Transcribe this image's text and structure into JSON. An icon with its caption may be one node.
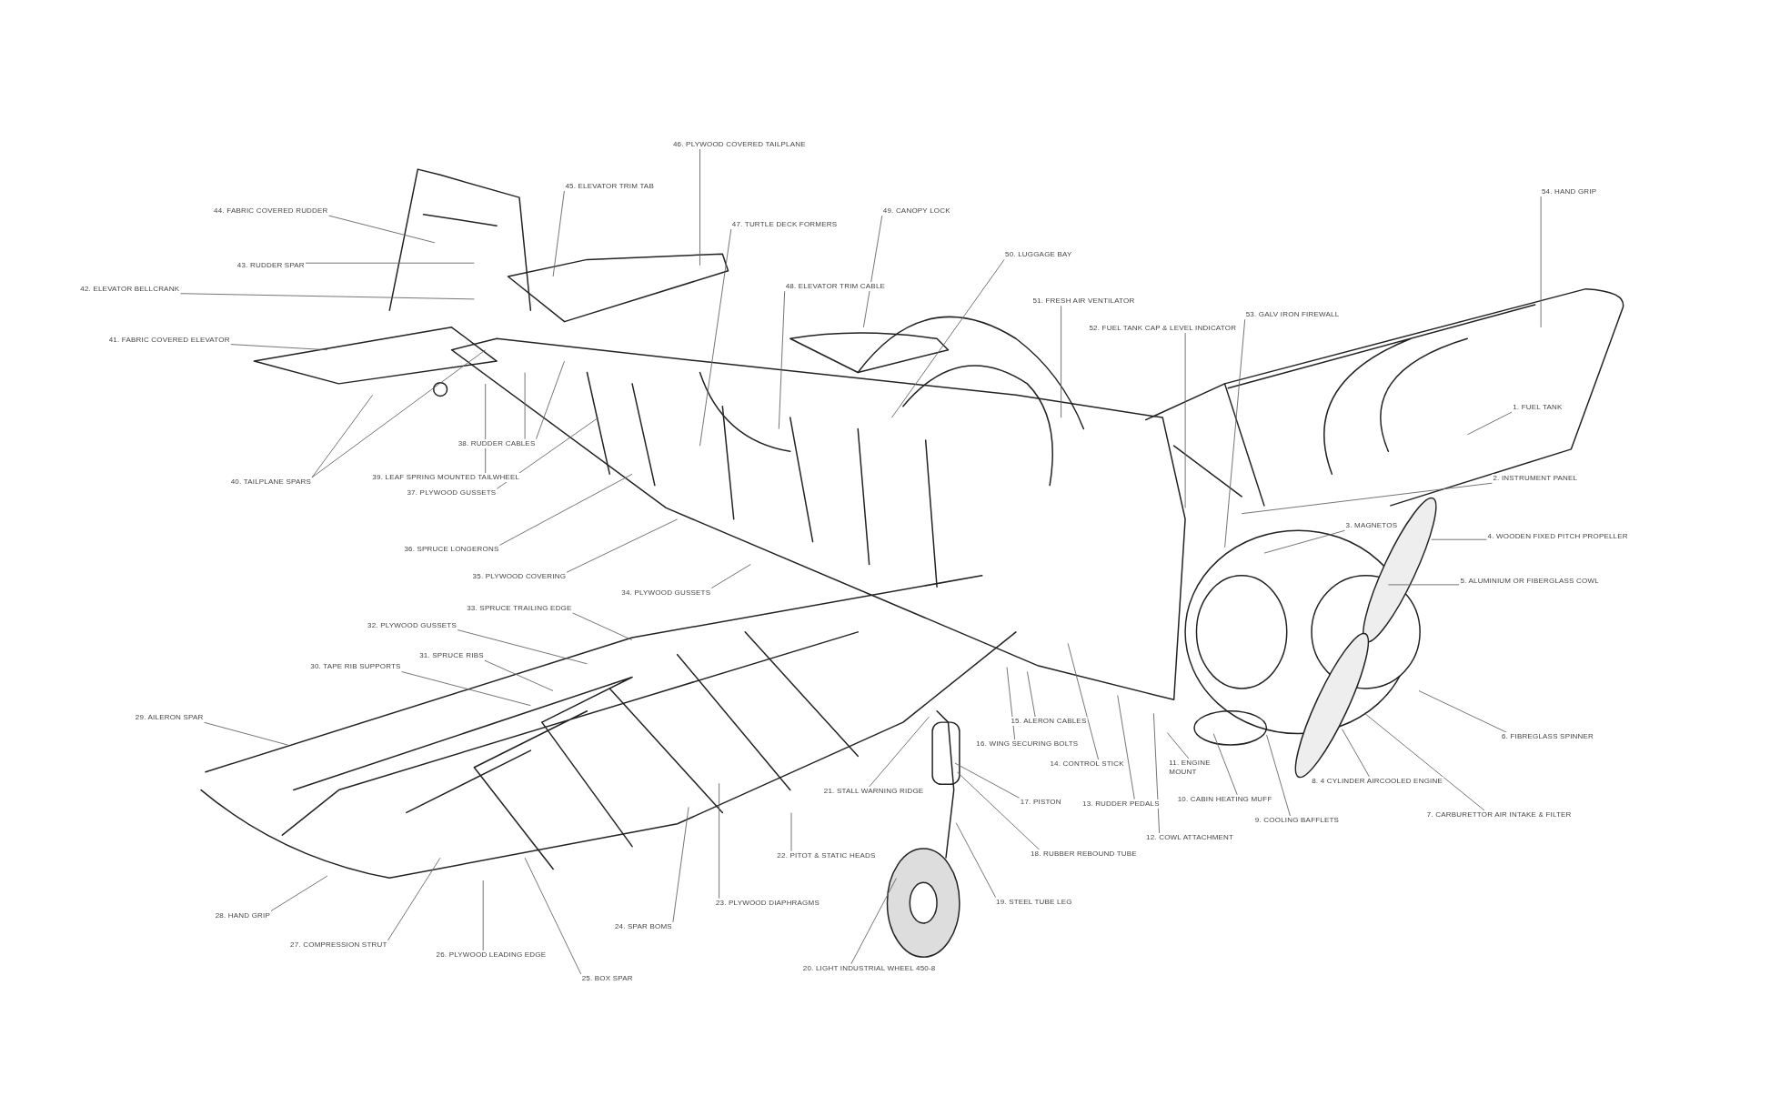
{
  "diagram": {
    "nodes": [
      {
        "text": [
          "1. FUEL TANK"
        ]
      },
      {
        "text": [
          "2. INSTRUMENT PANEL"
        ]
      },
      {
        "text": [
          "3. MAGNETOS"
        ]
      },
      {
        "text": [
          "4. WOODEN FIXED PITCH PROPELLER"
        ]
      },
      {
        "text": [
          "5. ALUMINIUM OR FIBERGLASS COWL"
        ]
      },
      {
        "text": [
          "6. FIBREGLASS SPINNER"
        ]
      },
      {
        "text": [
          "7. CARBURETTOR AIR INTAKE & FILTER"
        ]
      },
      {
        "text": [
          "8. 4 CYLINDER AIRCOOLED ENGINE"
        ]
      },
      {
        "text": [
          "9. COOLING BAFFLETS"
        ]
      },
      {
        "text": [
          "10. CABIN HEATING MUFF"
        ]
      },
      {
        "text": [
          "11. ENGINE MOUNT"
        ]
      },
      {
        "text": [
          "12. COWL ATTACHMENT"
        ]
      },
      {
        "text": [
          "13. RUDDER PEDALS"
        ]
      },
      {
        "text": [
          "14. CONTROL STICK"
        ]
      },
      {
        "text": [
          "15. ALERON CABLES"
        ]
      },
      {
        "text": [
          "16. WING SECURING BOLTS"
        ]
      },
      {
        "text": [
          "17. PISTON"
        ]
      },
      {
        "text": [
          "18. RUBBER REBOUND TUBE"
        ]
      },
      {
        "text": [
          "19. STEEL TUBE LEG"
        ]
      },
      {
        "text": [
          "20. LIGHT INDUSTRIAL WHEEL 450-8"
        ]
      },
      {
        "text": [
          "21. STALL WARNING RIDGE"
        ]
      },
      {
        "text": [
          "22. PITOT & STATIC HEADS"
        ]
      },
      {
        "text": [
          "23. PLYWOOD DIAPHRAGMS"
        ]
      },
      {
        "text": [
          "24. SPAR BOMS"
        ]
      },
      {
        "text": [
          "25. BOX SPAR"
        ]
      },
      {
        "text": [
          "26. PLYWOOD LEADING EDGE"
        ]
      },
      {
        "text": [
          "27. COMPRESSION STRUT"
        ]
      },
      {
        "text": [
          "28. HAND GRIP"
        ]
      },
      {
        "text": [
          "29. AILERON SPAR"
        ]
      },
      {
        "text": [
          "30. TAPE RIB SUPPORTS"
        ]
      },
      {
        "text": [
          "31. SPRUCE RIBS"
        ]
      },
      {
        "text": [
          "32. PLYWOOD GUSSETS"
        ]
      },
      {
        "text": [
          "33. SPRUCE TRAILING EDGE"
        ]
      },
      {
        "text": [
          "34. PLYWOOD GUSSETS"
        ]
      },
      {
        "text": [
          "35. PLYWOOD COVERING"
        ]
      },
      {
        "text": [
          "36. SPRUCE LONGERONS"
        ]
      },
      {
        "text": [
          "37. PLYWOOD GUSSETS"
        ]
      },
      {
        "text": [
          "38. RUDDER CABLES"
        ]
      },
      {
        "text": [
          "39. LEAF SPRING MOUNTED TAILWHEEL"
        ]
      },
      {
        "text": [
          "40. TAILPLANE SPARS"
        ]
      },
      {
        "text": [
          "41. FABRIC COVERED ELEVATOR"
        ]
      },
      {
        "text": [
          "42. ELEVATOR BELLCRANK"
        ]
      },
      {
        "text": [
          "43. RUDDER SPAR"
        ]
      },
      {
        "text": [
          "44. FABRIC COVERED RUDDER"
        ]
      },
      {
        "text": [
          "45. ELEVATOR TRIM TAB"
        ]
      },
      {
        "text": [
          "46. PLYWOOD COVERED TAILPLANE"
        ]
      },
      {
        "text": [
          "47. TURTLE DECK FORMERS"
        ]
      },
      {
        "text": [
          "48. ELEVATOR TRIM CABLE"
        ]
      },
      {
        "text": [
          "49. CANOPY LOCK"
        ]
      },
      {
        "text": [
          "50. LUGGAGE BAY"
        ]
      },
      {
        "text": [
          "51. FRESH AIR VENTILATOR"
        ]
      },
      {
        "text": [
          "52. FUEL TANK CAP & LEVEL INDICATOR"
        ]
      },
      {
        "text": [
          "53. GALV IRON FIREWALL"
        ]
      },
      {
        "text": [
          "54. HAND GRIP"
        ]
      }
    ],
    "edges": [
      {
        "from": 0,
        "to": null,
        "arrow": "none"
      },
      {
        "from": 1,
        "to": null,
        "arrow": "none"
      },
      {
        "from": 2,
        "to": null,
        "arrow": "none"
      },
      {
        "from": 3,
        "to": null,
        "arrow": "none"
      },
      {
        "from": 4,
        "to": null,
        "arrow": "none"
      },
      {
        "from": 5,
        "to": null,
        "arrow": "none"
      },
      {
        "from": 6,
        "to": null,
        "arrow": "none"
      },
      {
        "from": 7,
        "to": null,
        "arrow": "none"
      },
      {
        "from": 8,
        "to": null,
        "arrow": "none"
      },
      {
        "from": 9,
        "to": null,
        "arrow": "none"
      },
      {
        "from": 10,
        "to": null,
        "arrow": "none"
      },
      {
        "from": 11,
        "to": null,
        "arrow": "none"
      },
      {
        "from": 12,
        "to": null,
        "arrow": "none"
      },
      {
        "from": 13,
        "to": null,
        "arrow": "none"
      },
      {
        "from": 14,
        "to": null,
        "arrow": "none"
      },
      {
        "from": 15,
        "to": null,
        "arrow": "none"
      },
      {
        "from": 16,
        "to": null,
        "arrow": "none"
      },
      {
        "from": 17,
        "to": null,
        "arrow": "none"
      },
      {
        "from": 18,
        "to": null,
        "arrow": "none"
      },
      {
        "from": 19,
        "to": null,
        "arrow": "none"
      },
      {
        "from": 20,
        "to": null,
        "arrow": "none"
      },
      {
        "from": 21,
        "to": null,
        "arrow": "none"
      },
      {
        "from": 22,
        "to": null,
        "arrow": "none"
      },
      {
        "from": 23,
        "to": null,
        "arrow": "none"
      },
      {
        "from": 24,
        "to": null,
        "arrow": "none"
      },
      {
        "from": 25,
        "to": null,
        "arrow": "none"
      },
      {
        "from": 26,
        "to": null,
        "arrow": "none"
      },
      {
        "from": 27,
        "to": null,
        "arrow": "none"
      },
      {
        "from": 28,
        "to": null,
        "arrow": "none"
      },
      {
        "from": 29,
        "to": null,
        "arrow": "none"
      },
      {
        "from": 30,
        "to": null,
        "arrow": "none"
      },
      {
        "from": 31,
        "to": null,
        "arrow": "none"
      },
      {
        "from": 32,
        "to": null,
        "arrow": "none"
      },
      {
        "from": 33,
        "to": null,
        "arrow": "none"
      },
      {
        "from": 34,
        "to": null,
        "arrow": "none"
      },
      {
        "from": 35,
        "to": null,
        "arrow": "none"
      },
      {
        "from": 36,
        "to": null,
        "arrow": "none"
      },
      {
        "from": 37,
        "to": null,
        "arrow": "none"
      },
      {
        "from": 37,
        "to": null,
        "arrow": "none"
      },
      {
        "from": 38,
        "to": null,
        "arrow": "none"
      },
      {
        "from": 39,
        "to": null,
        "arrow": "none"
      },
      {
        "from": 39,
        "to": null,
        "arrow": "none"
      },
      {
        "from": 40,
        "to": null,
        "arrow": "none"
      },
      {
        "from": 41,
        "to": null,
        "arrow": "none"
      },
      {
        "from": 42,
        "to": null,
        "arrow": "none"
      },
      {
        "from": 43,
        "to": null,
        "arrow": "none"
      },
      {
        "from": 44,
        "to": null,
        "arrow": "none"
      },
      {
        "from": 45,
        "to": null,
        "arrow": "none"
      },
      {
        "from": 46,
        "to": null,
        "arrow": "none"
      },
      {
        "from": 47,
        "to": null,
        "arrow": "none"
      },
      {
        "from": 48,
        "to": null,
        "arrow": "none"
      },
      {
        "from": 49,
        "to": null,
        "arrow": "none"
      },
      {
        "from": 50,
        "to": null,
        "arrow": "none"
      },
      {
        "from": 51,
        "to": null,
        "arrow": "none"
      },
      {
        "from": 52,
        "to": null,
        "arrow": "none"
      },
      {
        "from": 53,
        "to": null,
        "arrow": "none"
      }
    ]
  }
}
